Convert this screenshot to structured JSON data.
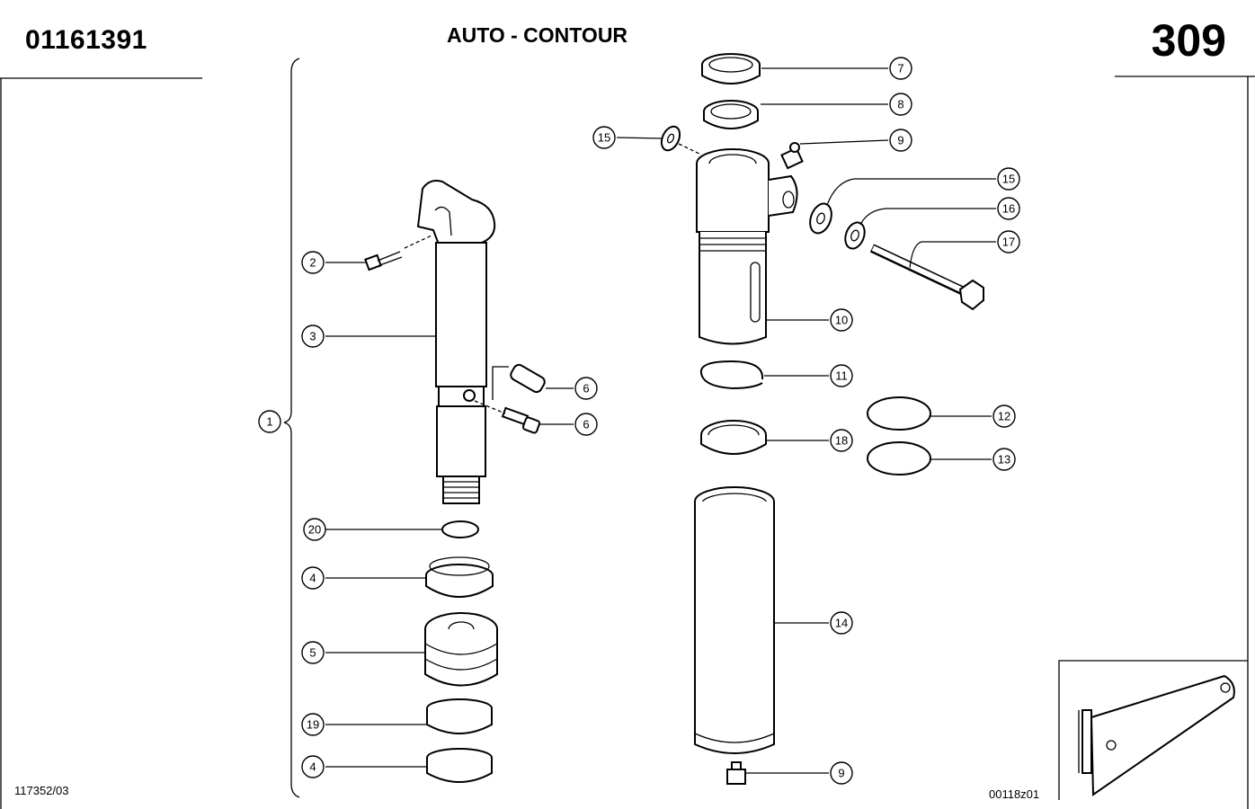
{
  "header": {
    "part_number": "01161391",
    "title": "AUTO - CONTOUR",
    "page_number": "309"
  },
  "footer": {
    "left_ref": "117352/03",
    "right_ref": "00118z01"
  },
  "callouts": [
    {
      "id": "c1",
      "label": "1"
    },
    {
      "id": "c2",
      "label": "2"
    },
    {
      "id": "c3",
      "label": "3"
    },
    {
      "id": "c4a",
      "label": "4"
    },
    {
      "id": "c5",
      "label": "5"
    },
    {
      "id": "c19",
      "label": "19"
    },
    {
      "id": "c4b",
      "label": "4"
    },
    {
      "id": "c20",
      "label": "20"
    },
    {
      "id": "c6a",
      "label": "6"
    },
    {
      "id": "c6b",
      "label": "6"
    },
    {
      "id": "c7",
      "label": "7"
    },
    {
      "id": "c8",
      "label": "8"
    },
    {
      "id": "c9a",
      "label": "9"
    },
    {
      "id": "c15a",
      "label": "15"
    },
    {
      "id": "c15b",
      "label": "15"
    },
    {
      "id": "c16",
      "label": "16"
    },
    {
      "id": "c17",
      "label": "17"
    },
    {
      "id": "c10",
      "label": "10"
    },
    {
      "id": "c11",
      "label": "11"
    },
    {
      "id": "c12",
      "label": "12"
    },
    {
      "id": "c13",
      "label": "13"
    },
    {
      "id": "c18",
      "label": "18"
    },
    {
      "id": "c14",
      "label": "14"
    },
    {
      "id": "c9b",
      "label": "9"
    }
  ]
}
